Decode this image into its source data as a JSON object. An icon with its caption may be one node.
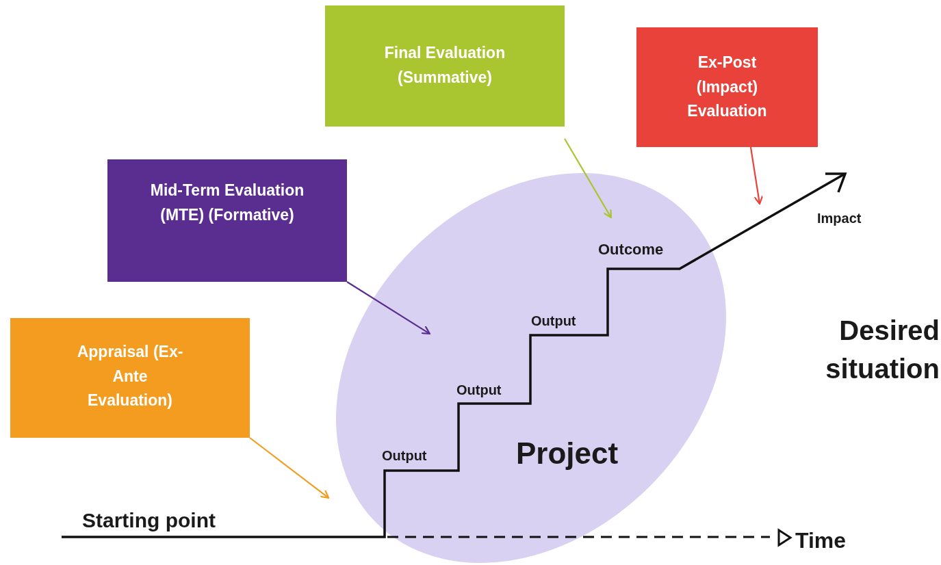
{
  "diagram": {
    "nodes": [
      {
        "text": [
          "Final Evaluation (Summative)"
        ]
      },
      {
        "text": [
          "Ex-Post (Impact) Evaluation"
        ]
      },
      {
        "text": [
          "Mid-Term Evaluation (MTE) (Formative)"
        ]
      },
      {
        "text": [
          "Appraisal (Ex-Ante Evaluation)"
        ]
      },
      {
        "text": [
          "Project"
        ]
      }
    ],
    "edges": [
      {
        "from": 3,
        "to": 4,
        "arrow": "to",
        "color": "#f39c1f"
      },
      {
        "from": 2,
        "to": 4,
        "arrow": "to",
        "color": "#5a2d90"
      },
      {
        "from": 0,
        "to": 4,
        "arrow": "to",
        "color": "#a9c52f"
      },
      {
        "from": 1,
        "to": null,
        "arrow": "to",
        "color": "#e9423a"
      }
    ],
    "labels": [
      "Impact",
      "Outcome",
      "Output",
      "Desired situation",
      "Output",
      "Output",
      "Starting point",
      "Time"
    ]
  }
}
